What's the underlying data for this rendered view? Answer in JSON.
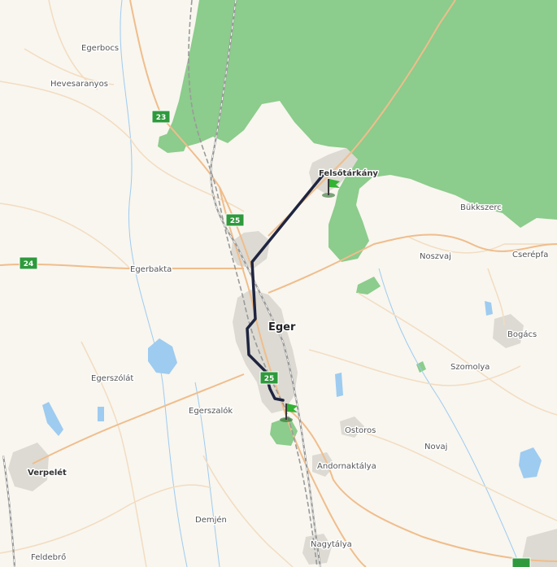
{
  "map": {
    "colors": {
      "land": "#f8f6ef",
      "forest": "#8ccc8c",
      "water": "#9ecbf0",
      "urban": "#dcdad2",
      "road_main": "#f0bd8c",
      "road_minor": "#f3dcc0",
      "rail": "#9a9a9a",
      "route": "#1f2540",
      "shield": "#2e9a3c",
      "flag": "#33b233"
    },
    "places": [
      {
        "id": "egerbocs",
        "name": "Egerbocs"
      },
      {
        "id": "hevesaranyos",
        "name": "Hevesaranyos"
      },
      {
        "id": "felsotarkany",
        "name": "Felsőtárkány"
      },
      {
        "id": "bukkszerc",
        "name": "Bükkszerc"
      },
      {
        "id": "noszvaj",
        "name": "Noszvaj"
      },
      {
        "id": "cserepfalu",
        "name": "Cserépfa"
      },
      {
        "id": "egerbakta",
        "name": "Egerbakta"
      },
      {
        "id": "eger",
        "name": "Eger"
      },
      {
        "id": "bogacs",
        "name": "Bogács"
      },
      {
        "id": "szomolya",
        "name": "Szomolya"
      },
      {
        "id": "egerszolat",
        "name": "Egerszólát"
      },
      {
        "id": "egerszalok",
        "name": "Egerszalók"
      },
      {
        "id": "ostoros",
        "name": "Ostoros"
      },
      {
        "id": "novaj",
        "name": "Novaj"
      },
      {
        "id": "verpelet",
        "name": "Verpelét"
      },
      {
        "id": "andornaktalya",
        "name": "Andornaktálya"
      },
      {
        "id": "demjen",
        "name": "Demjén"
      },
      {
        "id": "nagytalya",
        "name": "Nagytálya"
      },
      {
        "id": "feldebro",
        "name": "Feldebrő"
      }
    ],
    "shields": [
      {
        "id": "s23",
        "label": "23"
      },
      {
        "id": "s25",
        "label": "25"
      },
      {
        "id": "s24",
        "label": "24"
      },
      {
        "id": "s25b",
        "label": "25"
      }
    ],
    "markers": [
      {
        "id": "start",
        "icon": "flag-icon"
      },
      {
        "id": "end",
        "icon": "flag-icon"
      }
    ]
  }
}
